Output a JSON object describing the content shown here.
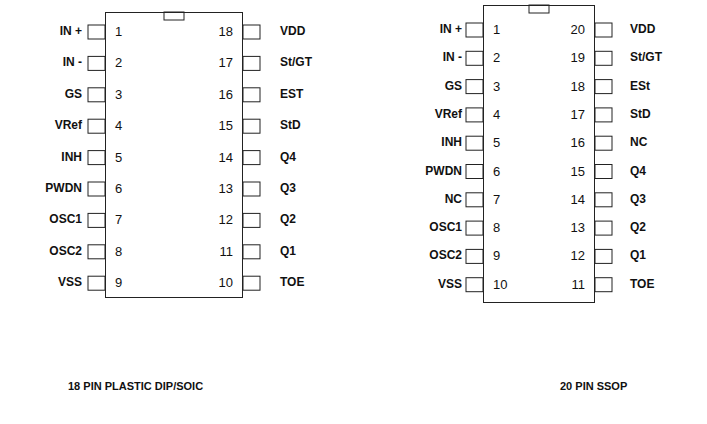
{
  "diagram": {
    "nodes": [
      {
        "text": [
          "1",
          "2",
          "3",
          "4",
          "5",
          "6",
          "7",
          "8",
          "9",
          "10",
          "11",
          "12",
          "13",
          "14",
          "15",
          "16",
          "17",
          "18"
        ]
      },
      {
        "text": [
          "1",
          "2",
          "3",
          "4",
          "5",
          "6",
          "7",
          "8",
          "9",
          "10",
          "11",
          "12",
          "13",
          "14",
          "15",
          "16",
          "17",
          "18",
          "19",
          "20"
        ]
      }
    ],
    "labels": [
      "IN +",
      "IN -",
      "GS",
      "VRef",
      "INH",
      "PWDN",
      "OSC1",
      "OSC2",
      "VSS",
      "TOE",
      "Q1",
      "Q2",
      "Q3",
      "Q4",
      "StD",
      "EST",
      "St/GT",
      "VDD",
      "IN +",
      "IN -",
      "GS",
      "VRef",
      "INH",
      "PWDN",
      "NC",
      "OSC1",
      "OSC2",
      "VSS",
      "TOE",
      "Q1",
      "Q2",
      "Q3",
      "Q4",
      "NC",
      "StD",
      "ESt",
      "St/GT",
      "VDD",
      "18 PIN PLASTIC DIP/SOIC",
      "20 PIN SSOP"
    ]
  }
}
